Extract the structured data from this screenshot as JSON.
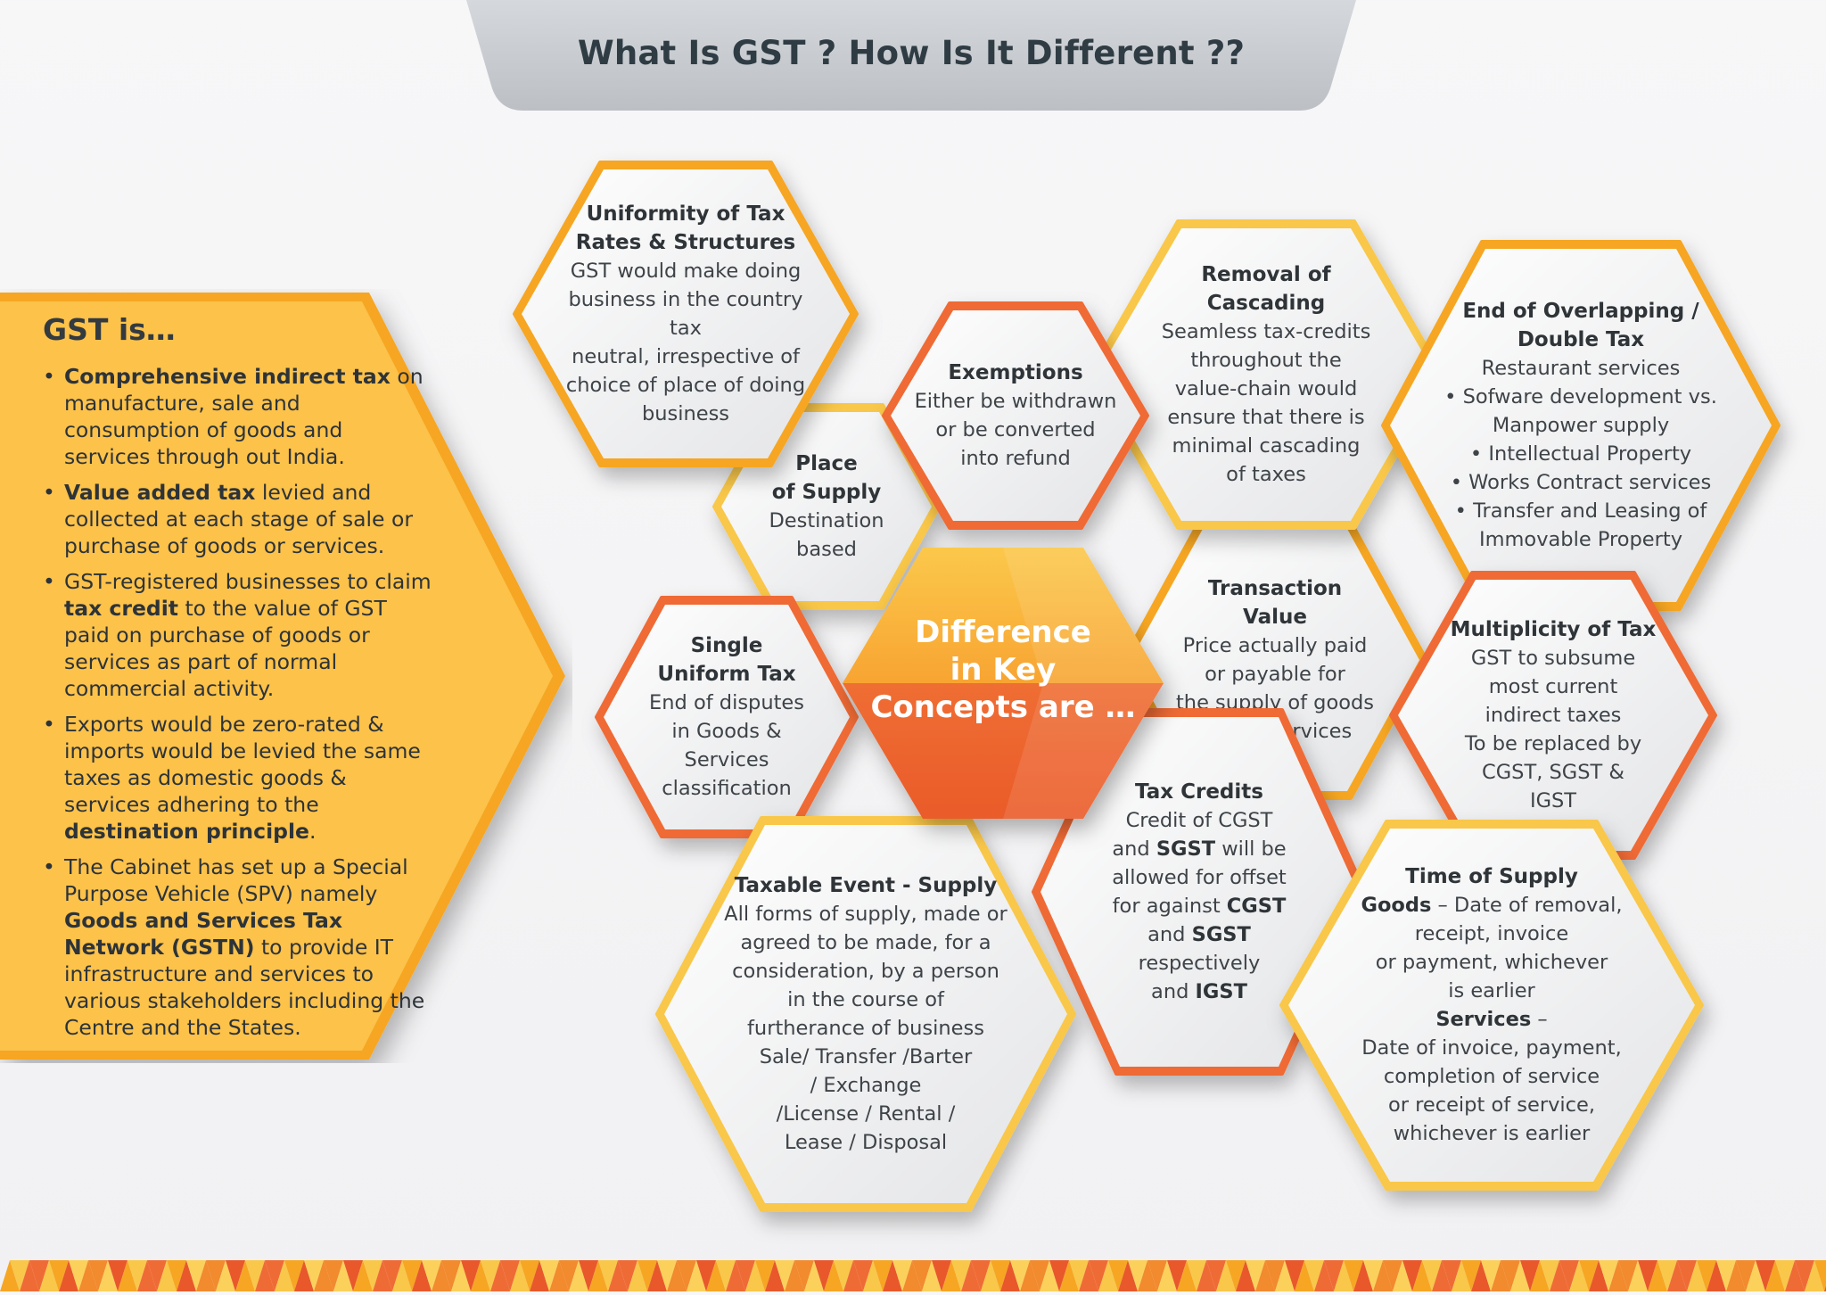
{
  "header": {
    "title": "What Is GST ? How Is It Different ??"
  },
  "left_panel": {
    "title": "GST is…",
    "bullets": [
      {
        "bold": "Comprehensive indirect tax",
        "text": " on manufacture, sale and consumption of goods and services through out India."
      },
      {
        "bold": "Value added tax",
        "text": " levied and collected at each stage of sale or purchase of goods or services."
      },
      {
        "pre": "GST-registered businesses to claim ",
        "bold": "tax credit",
        "text": " to the value of GST paid on purchase of goods or services as part of normal commercial activity."
      },
      {
        "pre": "Exports would be zero-rated & imports would be levied the same taxes as domestic goods & services adhering to the ",
        "bold": "destination principle",
        "text": "."
      },
      {
        "pre": "The Cabinet has set up a Special Purpose Vehicle (SPV) namely ",
        "bold": "Goods and Services Tax Network (GSTN)",
        "text": " to provide IT infrastructure and services to various stakeholders including the Centre and the States."
      }
    ]
  },
  "center": {
    "lines": [
      "Difference",
      "in Key",
      "Concepts are …"
    ]
  },
  "hexes": {
    "uniformity": {
      "title": "Uniformity of Tax\nRates & Structures",
      "body": "GST would make doing\nbusiness in the country tax\nneutral, irrespective of\nchoice of place of doing\nbusiness"
    },
    "place": {
      "title": "Place\nof Supply",
      "body": "Destination\nbased"
    },
    "exemptions": {
      "title": "Exemptions",
      "body": "Either be withdrawn\nor be converted\ninto refund"
    },
    "cascading": {
      "title": "Removal of\nCascading",
      "body": "Seamless tax-credits\nthroughout the\nvalue-chain would\nensure that there is\nminimal cascading\nof taxes"
    },
    "overlapping": {
      "title": "End of Overlapping /\nDouble Tax",
      "body": "Restaurant services\n• Sofware development vs.\nManpower supply\n• Intellectual Property\n• Works Contract services\n• Transfer and Leasing of\nImmovable Property"
    },
    "single": {
      "title": "Single\nUniform Tax",
      "body": "End of disputes\nin Goods &\nServices\nclassification"
    },
    "transaction": {
      "title": "Transaction\nValue",
      "body": "Price actually paid\nor payable for\nthe supply of goods\nand/or services"
    },
    "multiplicity": {
      "title": "Multiplicity of Tax",
      "body": "GST to subsume\nmost current\nindirect taxes\nTo be replaced by\nCGST, SGST &\nIGST"
    },
    "taxable": {
      "title": "Taxable Event - Supply",
      "body": "All forms of supply, made or\nagreed to be made, for a\nconsideration, by a person\nin the course of\nfurtherance of business\nSale/ Transfer /Barter\n/ Exchange\n/License / Rental /\nLease / Disposal"
    },
    "credits": {
      "title": "Tax Credits",
      "body_parts": [
        "Credit of CGST\nand ",
        "SGST",
        " will be\nallowed for offset\nfor against ",
        "CGST",
        "\nand ",
        "SGST",
        "\nrespectively\nand ",
        "IGST"
      ]
    },
    "time": {
      "title": "Time of Supply",
      "goods_label": "Goods",
      "goods_text": " – Date of removal,\nreceipt, invoice\nor payment, whichever\nis earlier",
      "services_label": "Services",
      "services_text": " –\nDate of invoice, payment,\ncompletion of service\nor receipt of service,\nwhichever is earlier"
    }
  },
  "colors": {
    "amber": "#f6a623",
    "yellow": "#f9c74a",
    "orange": "#ef6b35",
    "deep_orange": "#e8582b",
    "title_tab": "#bfc3c8",
    "text_dark": "#2f3c44"
  }
}
